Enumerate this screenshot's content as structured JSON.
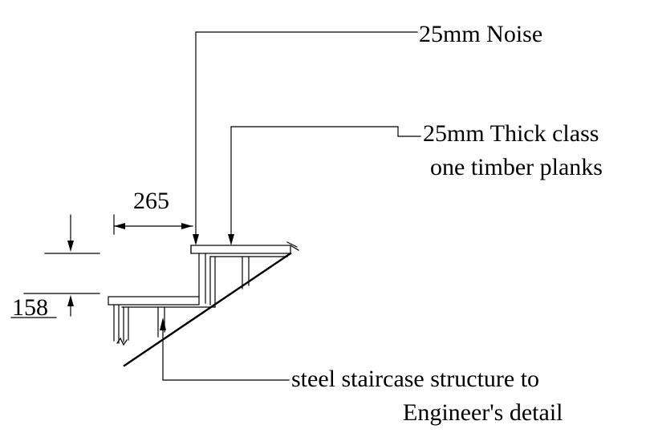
{
  "labels": {
    "nosing": "25mm Noise",
    "planks_line1": "25mm Thick class",
    "planks_line2": "one timber planks",
    "steel_line1": "steel staircase structure to",
    "steel_line2": "Engineer's detail"
  },
  "dimensions": {
    "going": "265",
    "riser": "158"
  },
  "colors": {
    "line": "#000000",
    "background": "#ffffff"
  }
}
